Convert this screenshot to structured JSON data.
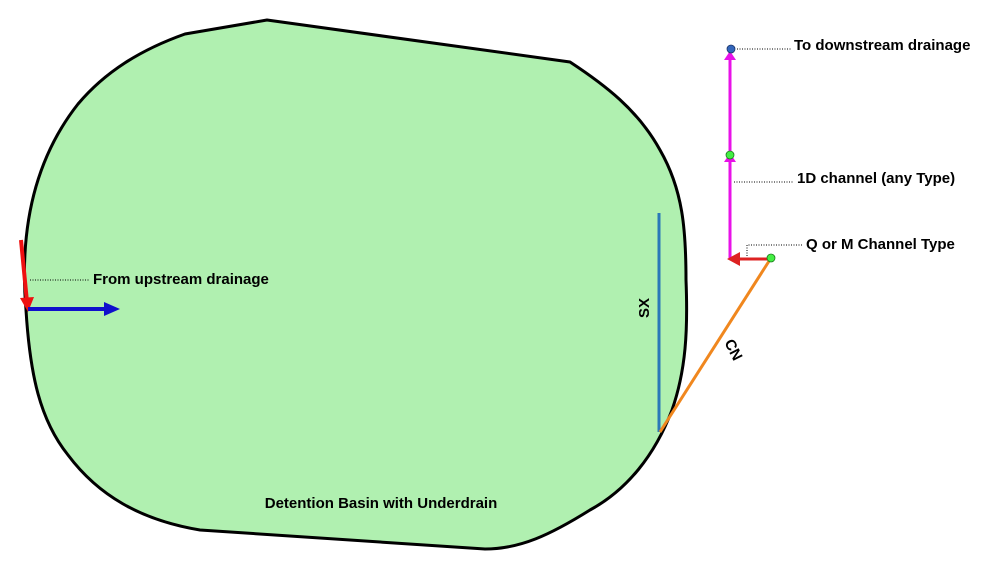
{
  "labels": {
    "basin": "Detention Basin with Underdrain",
    "upstream": "From upstream drainage",
    "downstream": "To downstream drainage",
    "channel_1d": "1D channel (any Type)",
    "qm_channel": "Q or M Channel Type",
    "sx": "SX",
    "cn": "CN"
  },
  "colors": {
    "basin_fill": "#b0f0b0",
    "basin_outline": "#000000",
    "upstream_arrow": "#ee1111",
    "outflow_arrow": "#1010cc",
    "sx_line": "#2a78b8",
    "cn_line": "#f0871e",
    "channel_1d": "#e812e8",
    "qm_arrow": "#dd2222",
    "node_green": "#44ee44",
    "node_blue": "#3366bb"
  },
  "icons": {
    "upstream_inflow": "red-arrow-down",
    "basin_outflow": "blue-arrow-right",
    "qm_channel": "red-arrow-left",
    "channel_direction": "magenta-arrow-up",
    "channel_node": "green-dot",
    "outlet_node": "blue-dot"
  }
}
